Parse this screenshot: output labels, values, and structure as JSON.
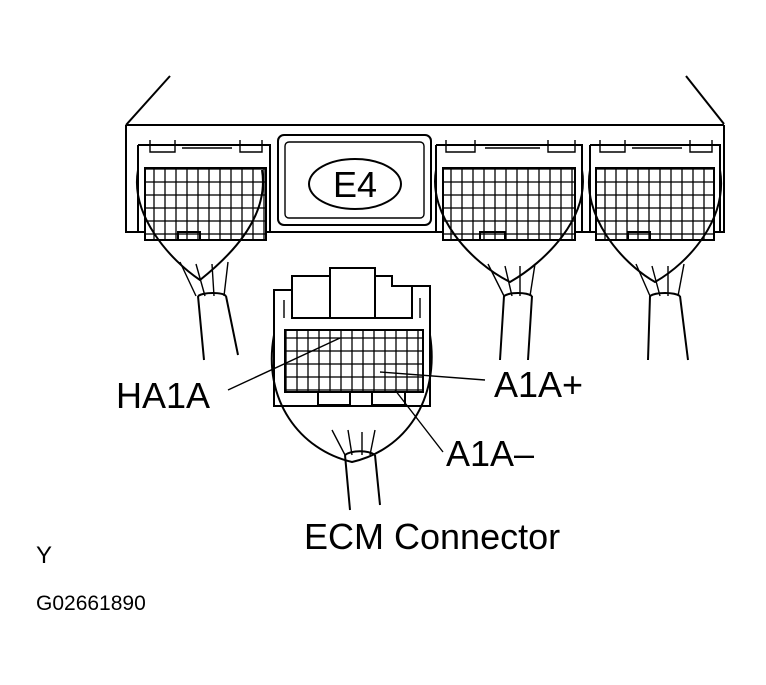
{
  "badge": {
    "text": "E4"
  },
  "pins": {
    "ha1a": "HA1A",
    "a1a_plus": "A1A+",
    "a1a_minus": "A1A–"
  },
  "caption": "ECM Connector",
  "corner_letter": "Y",
  "figure_code": "G02661890"
}
